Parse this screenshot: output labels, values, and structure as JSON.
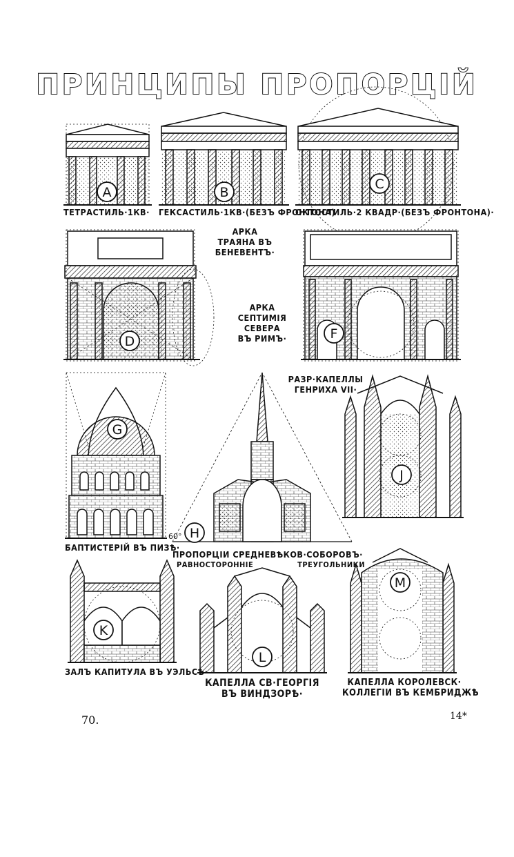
{
  "page_title": "ПРИНЦИПЫ ПРОПОРЦІЙ",
  "figure_letters": [
    "A",
    "B",
    "C",
    "D",
    "F",
    "G",
    "H",
    "J",
    "K",
    "L",
    "M"
  ],
  "captions": {
    "a": "ТЕТРАСТИЛЬ·1КВ·",
    "b": "ГЕКСАСТИЛЬ·1КВ·(БЕЗЪ ФРОНТОНА)",
    "c": "ОКТОСТИЛЬ·2 КВАДР·(БЕЗЪ ФРОНТОНА)·",
    "d_line1": "АРКА",
    "d_line2": "ТРАЯНА ВЪ",
    "d_line3": "БЕНЕВЕНТЪ·",
    "f_line1": "АРКА",
    "f_line2": "СЕПТИМІЯ",
    "f_line3": "СЕВЕРА",
    "f_line4": "ВЪ РИМЪ·",
    "j_line1": "РАЗР·КАПЕЛЛЫ",
    "j_line2": "ГЕНРИХА VII·",
    "g": "БАПТИСТЕРІЙ ВЪ ПИЗѢ·",
    "h_line1": "ПРОПОРЦІИ СРЕДНЕВѢКОВ·СОБОРОВЪ·",
    "h_line2": "РАВНОСТОРОННІЕ ТРЕУГОЛЬНИКИ",
    "h_angle": "60°",
    "k": "ЗАЛЪ КАПИТУЛА ВЪ УЭЛЬСѢ·",
    "l_line1": "КАПЕЛЛА СВ·ГЕОРГІЯ",
    "l_line2": "ВЪ ВИНДЗОРѢ·",
    "m_line1": "КАПЕЛЛА КОРОЛЕВСК·",
    "m_line2": "КОЛЛЕГІИ ВЪ КЕМБРИДЖѢ"
  },
  "page_number_left": "70.",
  "page_number_right": "14*",
  "colors": {
    "ink": "#111111",
    "paper": "#ffffff"
  }
}
